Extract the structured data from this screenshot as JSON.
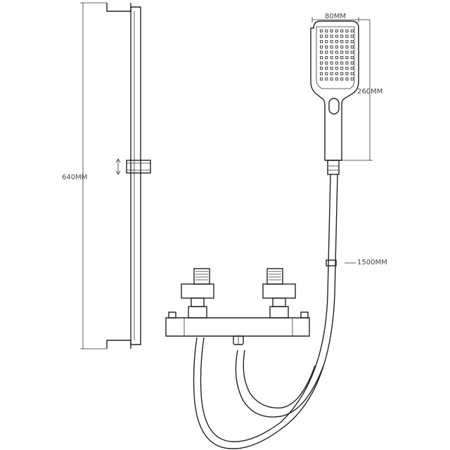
{
  "dimensions": {
    "rail_length": "640MM",
    "head_width": "80MM",
    "handset_length": "260MM",
    "hose_length": "1500MM"
  },
  "colors": {
    "line": "#222222",
    "background": "#ffffff"
  }
}
